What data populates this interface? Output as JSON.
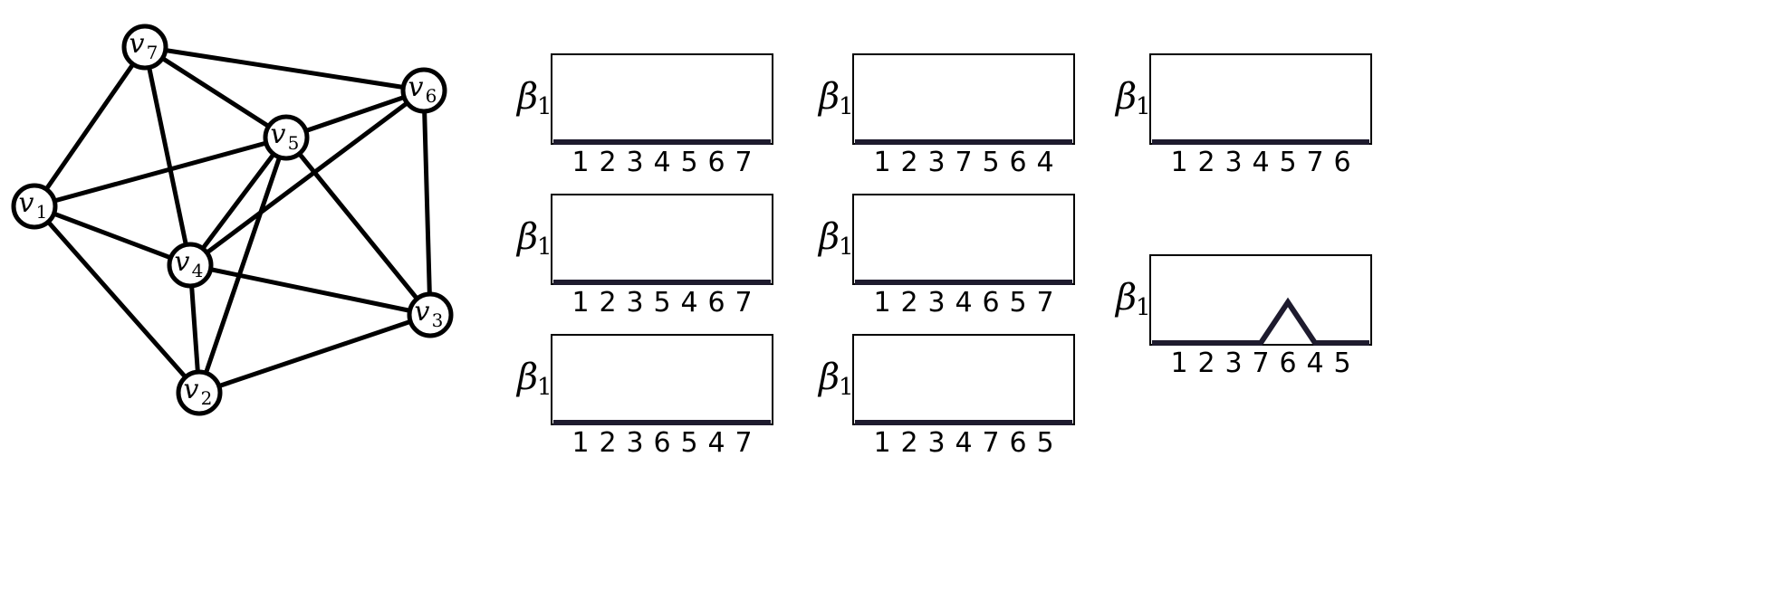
{
  "graph": {
    "nodes": [
      {
        "id": "v1",
        "base": "v",
        "sub": "1"
      },
      {
        "id": "v2",
        "base": "v",
        "sub": "2"
      },
      {
        "id": "v3",
        "base": "v",
        "sub": "3"
      },
      {
        "id": "v4",
        "base": "v",
        "sub": "4"
      },
      {
        "id": "v5",
        "base": "v",
        "sub": "5"
      },
      {
        "id": "v6",
        "base": "v",
        "sub": "6"
      },
      {
        "id": "v7",
        "base": "v",
        "sub": "7"
      }
    ],
    "edges": [
      [
        "v7",
        "v6"
      ],
      [
        "v7",
        "v5"
      ],
      [
        "v7",
        "v1"
      ],
      [
        "v7",
        "v4"
      ],
      [
        "v6",
        "v5"
      ],
      [
        "v6",
        "v4"
      ],
      [
        "v6",
        "v3"
      ],
      [
        "v5",
        "v1"
      ],
      [
        "v5",
        "v4"
      ],
      [
        "v5",
        "v2"
      ],
      [
        "v5",
        "v3"
      ],
      [
        "v1",
        "v4"
      ],
      [
        "v1",
        "v2"
      ],
      [
        "v4",
        "v3"
      ],
      [
        "v4",
        "v2"
      ],
      [
        "v2",
        "v3"
      ]
    ]
  },
  "plots": [
    {
      "ylabel": "β",
      "ysub": "1",
      "order": [
        "1",
        "2",
        "3",
        "4",
        "5",
        "6",
        "7"
      ],
      "values": [
        0,
        0,
        0,
        0,
        0,
        0,
        0
      ]
    },
    {
      "ylabel": "β",
      "ysub": "1",
      "order": [
        "1",
        "2",
        "3",
        "5",
        "4",
        "6",
        "7"
      ],
      "values": [
        0,
        0,
        0,
        0,
        0,
        0,
        0
      ]
    },
    {
      "ylabel": "β",
      "ysub": "1",
      "order": [
        "1",
        "2",
        "3",
        "6",
        "5",
        "4",
        "7"
      ],
      "values": [
        0,
        0,
        0,
        0,
        0,
        0,
        0
      ]
    },
    {
      "ylabel": "β",
      "ysub": "1",
      "order": [
        "1",
        "2",
        "3",
        "7",
        "5",
        "6",
        "4"
      ],
      "values": [
        0,
        0,
        0,
        0,
        0,
        0,
        0
      ]
    },
    {
      "ylabel": "β",
      "ysub": "1",
      "order": [
        "1",
        "2",
        "3",
        "4",
        "6",
        "5",
        "7"
      ],
      "values": [
        0,
        0,
        0,
        0,
        0,
        0,
        0
      ]
    },
    {
      "ylabel": "β",
      "ysub": "1",
      "order": [
        "1",
        "2",
        "3",
        "4",
        "7",
        "6",
        "5"
      ],
      "values": [
        0,
        0,
        0,
        0,
        0,
        0,
        0
      ]
    },
    {
      "ylabel": "β",
      "ysub": "1",
      "order": [
        "1",
        "2",
        "3",
        "4",
        "5",
        "7",
        "6"
      ],
      "values": [
        0,
        0,
        0,
        0,
        0,
        0,
        0
      ]
    },
    {
      "ylabel": "β",
      "ysub": "1",
      "order": [
        "1",
        "2",
        "3",
        "7",
        "6",
        "4",
        "5"
      ],
      "values": [
        0,
        0,
        0,
        0,
        1,
        0,
        0
      ]
    }
  ]
}
